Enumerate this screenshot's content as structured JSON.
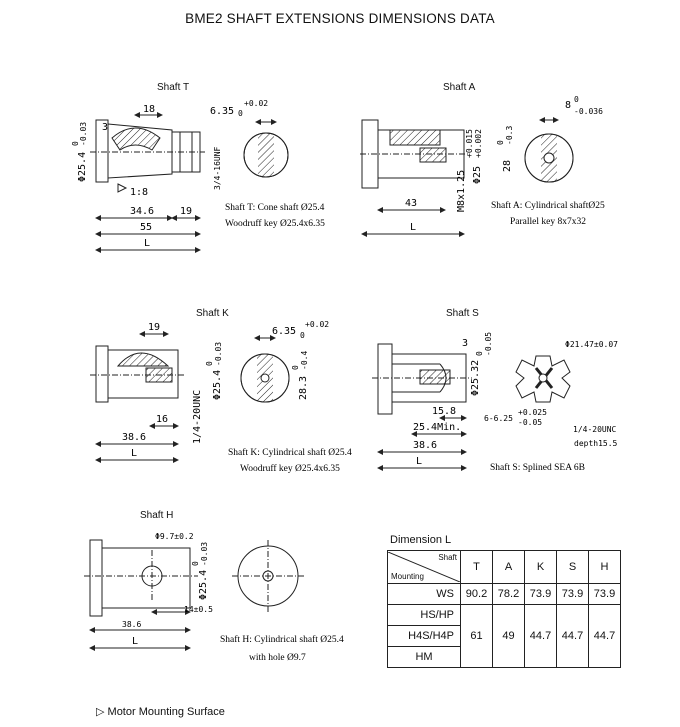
{
  "title": "BME2 SHAFT EXTENSIONS DIMENSIONS DATA",
  "shafts": {
    "t": {
      "name": "Shaft T",
      "cap1": "Shaft T: Cone shaft Ø25.4",
      "cap2": "Woodruff key Ø25.4x6.35",
      "d_dia": "Φ25.4",
      "d_dia_tol": "0",
      "d_dia_tol2": "-0.03",
      "d_3": "3",
      "d_18": "18",
      "d_key": "6.35",
      "d_key_tol": "+0.02",
      "d_key_tol2": "0",
      "d_thread": "3/4-16UNF",
      "d_taper": "1:8",
      "d_34_6": "34.6",
      "d_19": "19",
      "d_55": "55",
      "d_L": "L"
    },
    "a": {
      "name": "Shaft A",
      "cap1": "Shaft A: Cylindrical shaftØ25",
      "cap2": "Parallel key 8x7x32",
      "d_key": "8",
      "d_key_tol": "0",
      "d_key_tol2": "-0.036",
      "d_28": "28",
      "d_28_tol": "0",
      "d_28_tol2": "-0.3",
      "d_dia": "Φ25",
      "d_dia_tol": "+0.015",
      "d_dia_tol2": "+0.002",
      "d_thread": "M8x1.25",
      "d_43": "43",
      "d_L": "L"
    },
    "k": {
      "name": "Shaft K",
      "cap1": "Shaft K: Cylindrical shaft Ø25.4",
      "cap2": "Woodruff key Ø25.4x6.35",
      "d_19": "19",
      "d_key": "6.35",
      "d_key_tol": "+0.02",
      "d_key_tol2": "0",
      "d_dia": "Φ25.4",
      "d_dia_tol": "0",
      "d_dia_tol2": "-0.03",
      "d_28_3": "28.3",
      "d_28_tol": "0",
      "d_28_tol2": "-0.4",
      "d_thread": "1/4-20UNC",
      "d_16": "16",
      "d_38_6": "38.6",
      "d_L": "L"
    },
    "s": {
      "name": "Shaft S",
      "cap1": "Shaft S: Splined SEA 6B",
      "d_3": "3",
      "d_dia": "Φ25.32",
      "d_dia_tol": "0",
      "d_dia_tol2": "-0.05",
      "d_15_8": "15.8",
      "d_25_4": "25.4Min.",
      "d_38_6": "38.6",
      "d_L": "L",
      "d_spline": "Φ21.47±0.07",
      "d_width": "6-6.25",
      "d_width_tol": "+0.025",
      "d_width_tol2": "-0.05",
      "d_thread": "1/4-20UNC",
      "d_depth": "depth15.5"
    },
    "h": {
      "name": "Shaft H",
      "cap1": "Shaft H: Cylindrical shaft Ø25.4",
      "cap2": "with hole Ø9.7",
      "d_hole": "Φ9.7±0.2",
      "d_dia": "Φ25.4",
      "d_dia_tol": "0",
      "d_dia_tol2": "-0.03",
      "d_14": "14±0.5",
      "d_38_6": "38.6",
      "d_L": "L"
    }
  },
  "dimension_table": {
    "title": "Dimension L",
    "header_shaft": "Shaft",
    "header_mounting": "Mounting",
    "columns": [
      "T",
      "A",
      "K",
      "S",
      "H"
    ],
    "rows": [
      {
        "mounting": "WS",
        "values": [
          "90.2",
          "78.2",
          "73.9",
          "73.9",
          "73.9"
        ]
      },
      {
        "mounting": "HS/HP",
        "values": [
          "61",
          "49",
          "44.7",
          "44.7",
          "44.7"
        ]
      },
      {
        "mounting": "H4S/H4P",
        "values": []
      },
      {
        "mounting": "HM",
        "values": []
      }
    ]
  },
  "legend": {
    "symbol": "▷",
    "text": "Motor Mounting Surface"
  }
}
